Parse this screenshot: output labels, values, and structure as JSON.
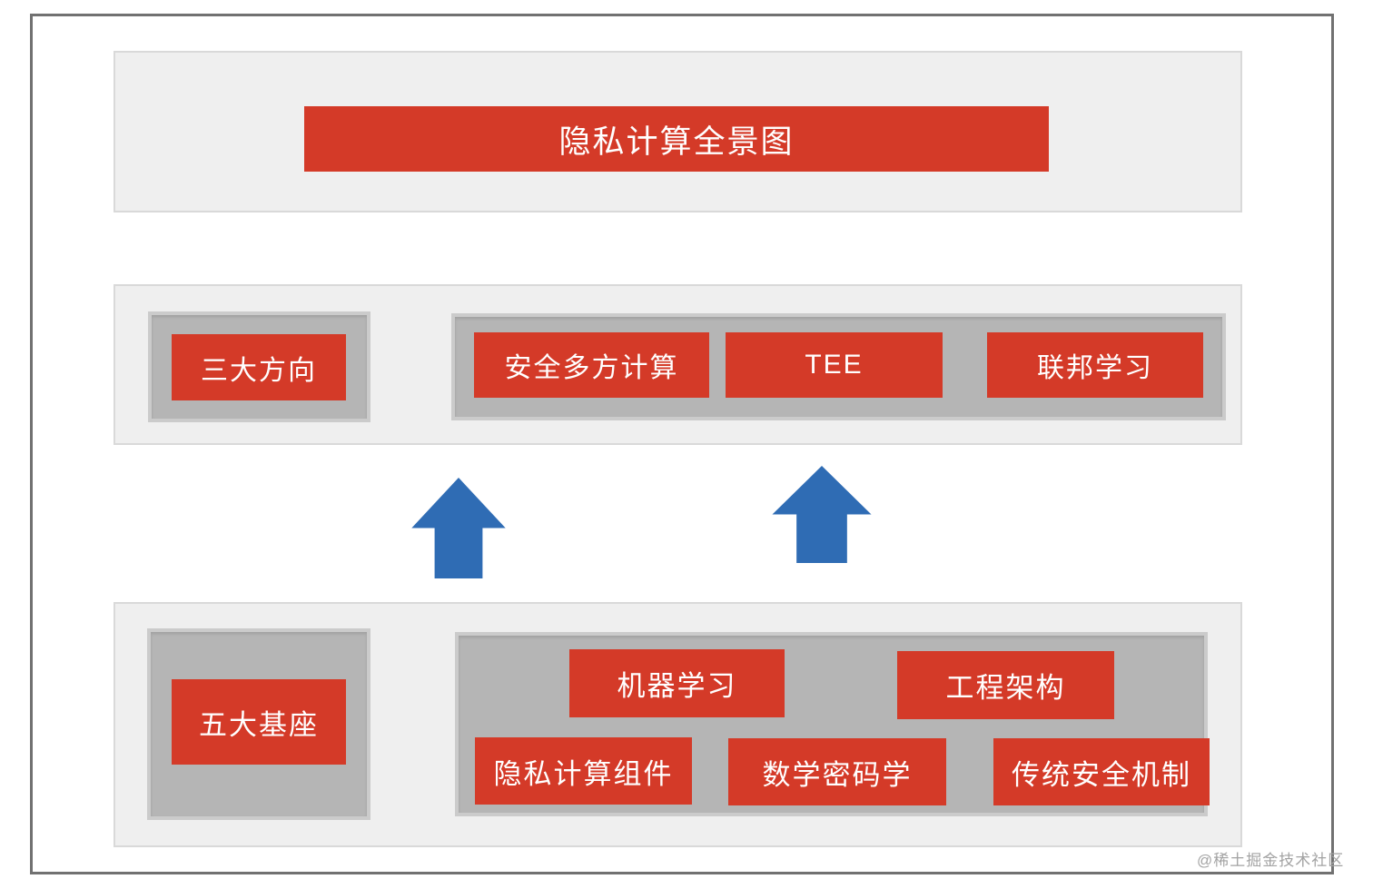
{
  "title": {
    "text": "隐私计算全景图"
  },
  "directions": {
    "label": "三大方向",
    "items": [
      "安全多方计算",
      "TEE",
      "联邦学习"
    ]
  },
  "foundations": {
    "label": "五大基座",
    "row1": [
      "机器学习",
      "工程架构"
    ],
    "row2": [
      "隐私计算组件",
      "数学密码学",
      "传统安全机制"
    ]
  },
  "watermark": "@稀土掘金技术社区",
  "colors": {
    "accent_red": "#d43a28",
    "arrow_blue": "#2f6cb4",
    "panel_gray": "#efefef",
    "group_box_gray": "#b5b5b5",
    "frame_border_gray": "#717171"
  }
}
